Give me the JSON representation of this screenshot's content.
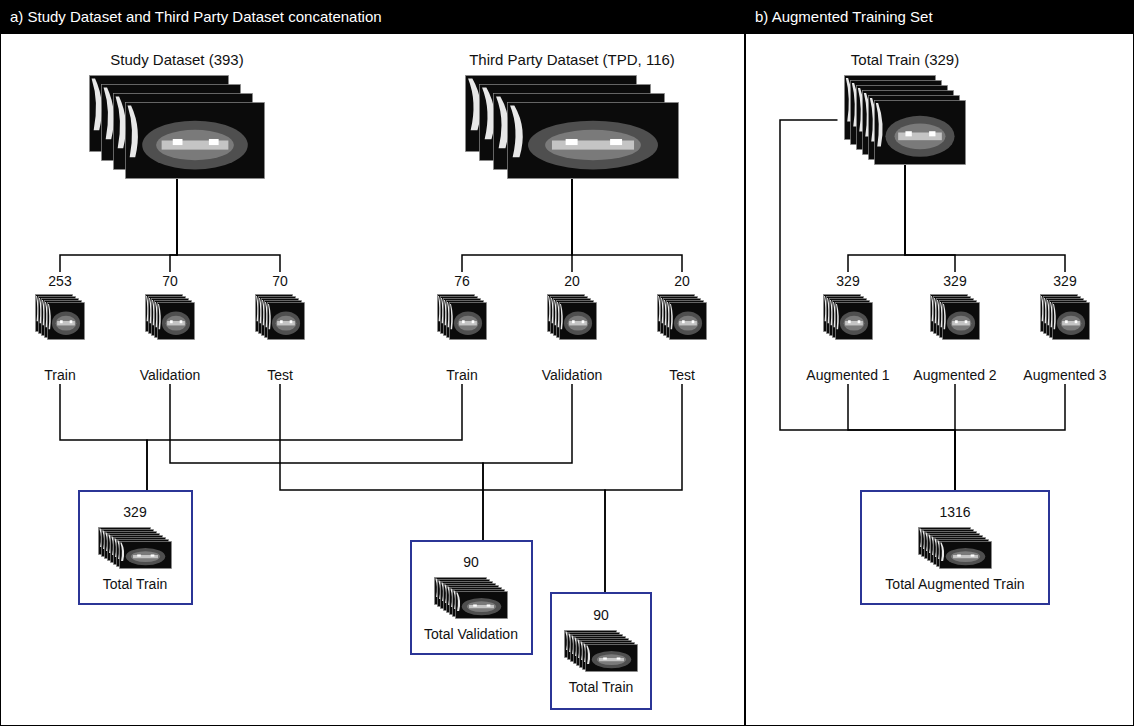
{
  "diagram": {
    "nodes": [
      {
        "text": [
          "a) Study Dataset and Third Party Dataset concatenation"
        ]
      },
      {
        "text": [
          "Study Dataset (393)"
        ],
        "in": 0
      },
      {
        "text": [
          "Third Party Dataset (TPD, 116)"
        ],
        "in": 0
      },
      {
        "text": [
          "253",
          "Train"
        ],
        "in": 0
      },
      {
        "text": [
          "70",
          "Validation"
        ],
        "in": 0
      },
      {
        "text": [
          "70",
          "Test"
        ],
        "in": 0
      },
      {
        "text": [
          "76",
          "Train"
        ],
        "in": 0
      },
      {
        "text": [
          "20",
          "Validation"
        ],
        "in": 0
      },
      {
        "text": [
          "20",
          "Test"
        ],
        "in": 0
      },
      {
        "text": [
          "329",
          "Total Train"
        ],
        "in": 0
      },
      {
        "text": [
          "90",
          "Total Validation"
        ],
        "in": 0
      },
      {
        "text": [
          "90",
          "Total Train"
        ],
        "in": 0
      },
      {
        "text": [
          "b) Augmented Training Set"
        ]
      },
      {
        "text": [
          "Total Train (329)"
        ],
        "in": 12
      },
      {
        "text": [
          "329",
          "Augmented 1"
        ],
        "in": 12
      },
      {
        "text": [
          "329",
          "Augmented 2"
        ],
        "in": 12
      },
      {
        "text": [
          "329",
          "Augmented 3"
        ],
        "in": 12
      },
      {
        "text": [
          "1316",
          "Total Augmented Train"
        ],
        "in": 12
      }
    ],
    "edges": [
      {
        "from": 1,
        "to": 3,
        "arrow": "none"
      },
      {
        "from": 1,
        "to": 4,
        "arrow": "none"
      },
      {
        "from": 1,
        "to": 5,
        "arrow": "none"
      },
      {
        "from": 2,
        "to": 6,
        "arrow": "none"
      },
      {
        "from": 2,
        "to": 7,
        "arrow": "none"
      },
      {
        "from": 2,
        "to": 8,
        "arrow": "none"
      },
      {
        "from": 3,
        "to": 9,
        "arrow": "none"
      },
      {
        "from": 6,
        "to": 9,
        "arrow": "none"
      },
      {
        "from": 4,
        "to": 10,
        "arrow": "none"
      },
      {
        "from": 7,
        "to": 10,
        "arrow": "none"
      },
      {
        "from": 5,
        "to": 11,
        "arrow": "none"
      },
      {
        "from": 8,
        "to": 11,
        "arrow": "none"
      },
      {
        "from": 13,
        "to": 14,
        "arrow": "none"
      },
      {
        "from": 13,
        "to": 15,
        "arrow": "none"
      },
      {
        "from": 13,
        "to": 16,
        "arrow": "none"
      },
      {
        "from": 13,
        "to": 17,
        "arrow": "none"
      },
      {
        "from": 14,
        "to": 17,
        "arrow": "none"
      },
      {
        "from": 15,
        "to": 17,
        "arrow": "none"
      },
      {
        "from": 16,
        "to": 17,
        "arrow": "none"
      }
    ]
  }
}
